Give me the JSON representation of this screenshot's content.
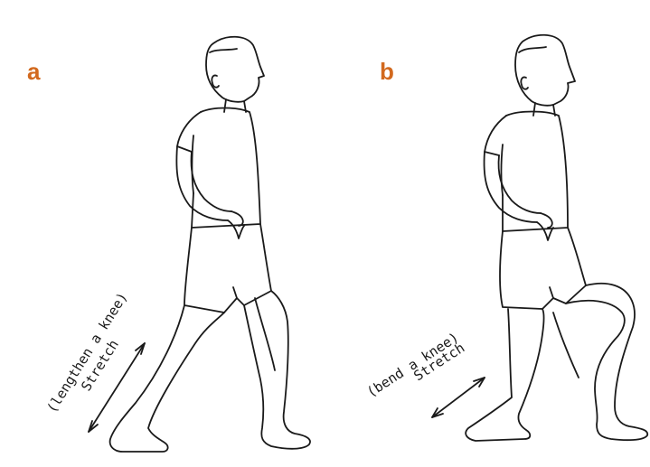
{
  "panels": [
    {
      "letter": "a",
      "stretch_label": "Stretch",
      "action_label": "(lengthen a knee)"
    },
    {
      "letter": "b",
      "stretch_label": "Stretch",
      "action_label": "(bend a knee)"
    }
  ],
  "colors": {
    "letter": "#d2691e",
    "ink": "#1a1a1a",
    "background": "#ffffff"
  }
}
